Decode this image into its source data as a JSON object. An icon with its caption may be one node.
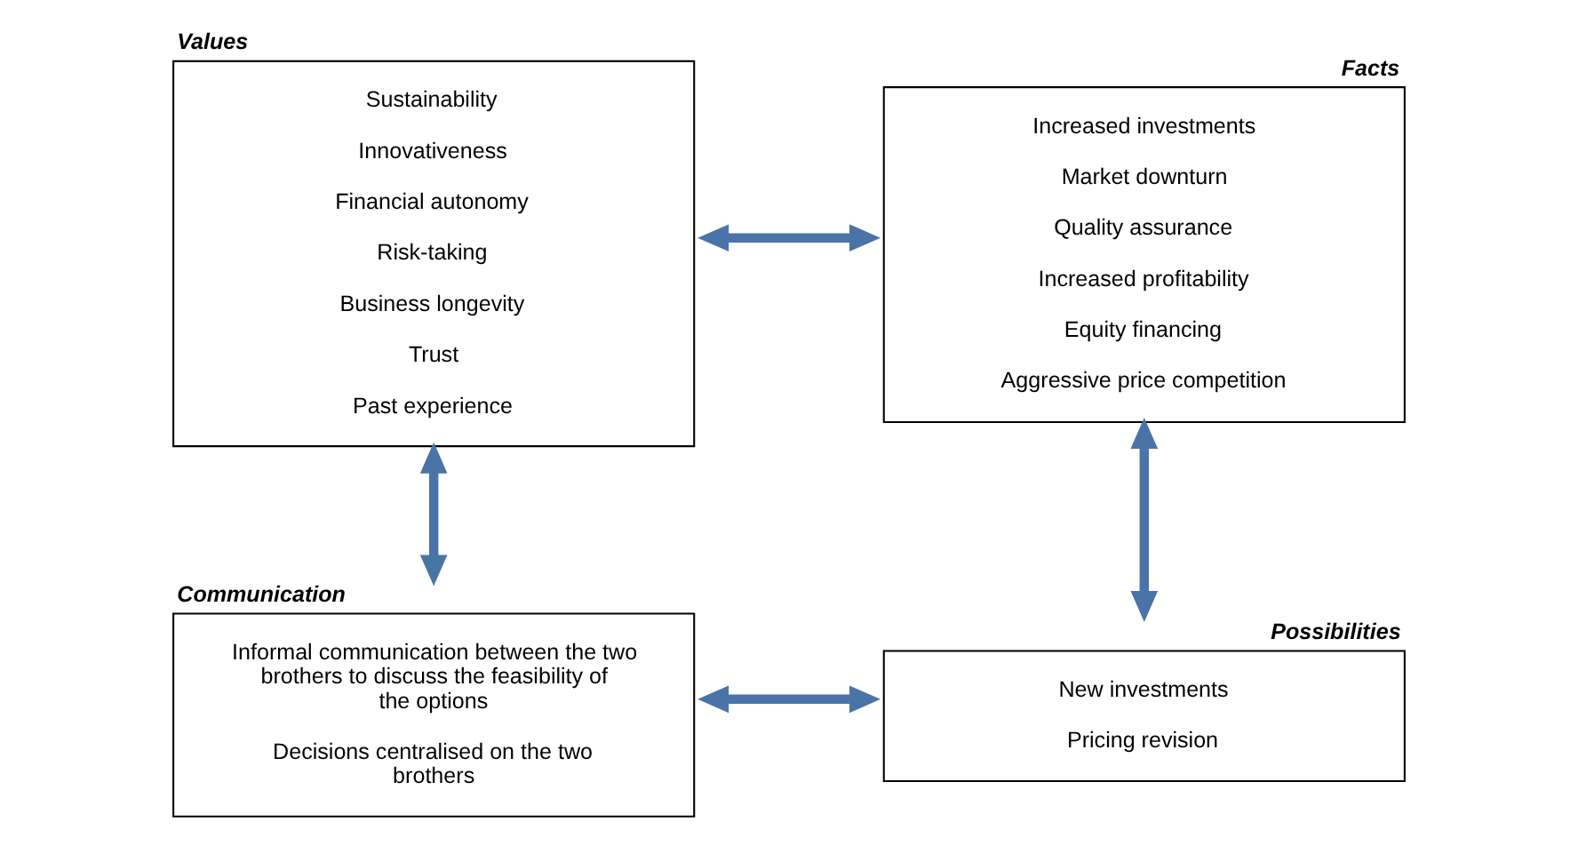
{
  "diagram": {
    "nodes": [
      {
        "text": [
          "Values",
          "Sustainability",
          "Innovativeness",
          "Financial autonomy",
          "Risk-taking",
          "Business longevity",
          "Trust",
          "Past experience"
        ]
      },
      {
        "text": [
          "Facts",
          "Increased investments",
          "Market downturn",
          "Quality assurance",
          "Increased profitability",
          "Equity financing",
          "Aggressive price competition"
        ]
      },
      {
        "text": [
          "Communication",
          "Informal communication between the two brothers to discuss the feasibility of the options",
          "Decisions centralised on the two brothers"
        ]
      },
      {
        "text": [
          "Possibilities",
          "New investments",
          "Pricing revision"
        ]
      }
    ],
    "edges": [
      {
        "from": 0,
        "to": 1,
        "arrow": "both"
      },
      {
        "from": 0,
        "to": 2,
        "arrow": "both"
      },
      {
        "from": 1,
        "to": 3,
        "arrow": "both"
      },
      {
        "from": 2,
        "to": 3,
        "arrow": "both"
      }
    ]
  }
}
